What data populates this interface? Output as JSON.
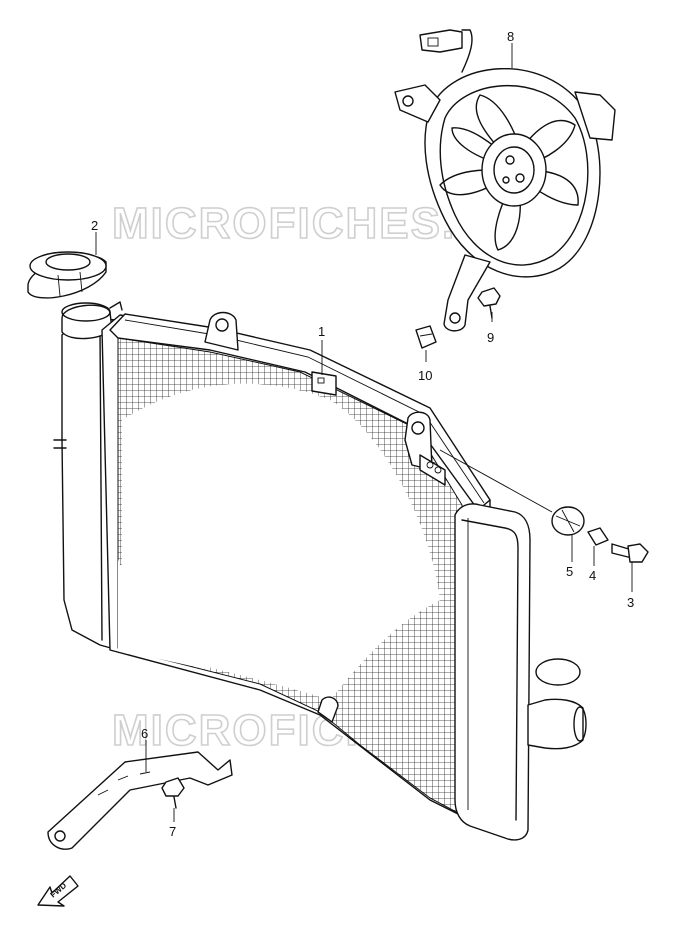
{
  "watermark": "MICROFICHES.NET",
  "fwd_label": "FWD",
  "callouts": [
    {
      "id": "1",
      "label": "1",
      "part": "radiator"
    },
    {
      "id": "2",
      "label": "2",
      "part": "cap"
    },
    {
      "id": "3",
      "label": "3",
      "part": "bolt"
    },
    {
      "id": "4",
      "label": "4",
      "part": "collar"
    },
    {
      "id": "5",
      "label": "5",
      "part": "cushion"
    },
    {
      "id": "6",
      "label": "6",
      "part": "bracket"
    },
    {
      "id": "7",
      "label": "7",
      "part": "bolt"
    },
    {
      "id": "8",
      "label": "8",
      "part": "fan"
    },
    {
      "id": "9",
      "label": "9",
      "part": "bolt"
    },
    {
      "id": "10",
      "label": "10",
      "part": "nut"
    }
  ]
}
